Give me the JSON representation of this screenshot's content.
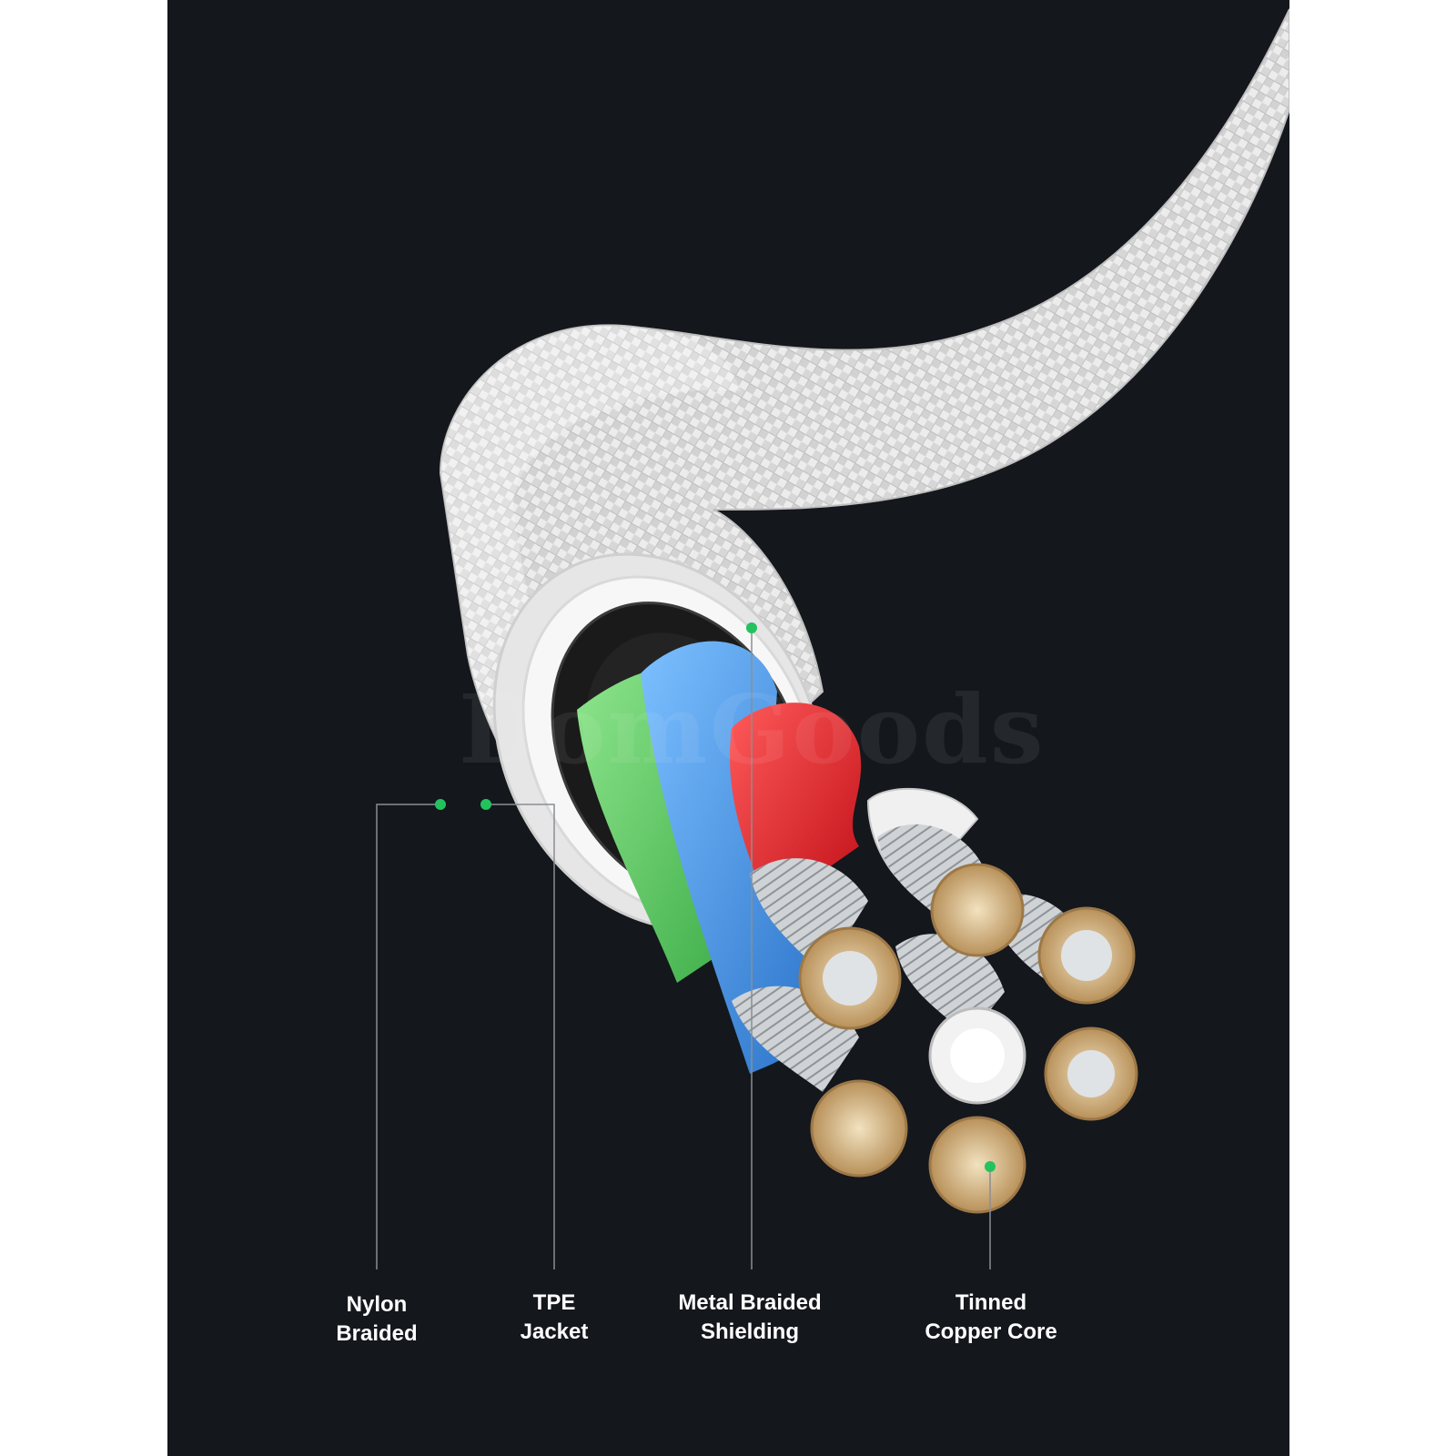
{
  "watermark": "DomGoods",
  "labels": {
    "nylon": "Nylon\nBraided",
    "tpe": "TPE\nJacket",
    "metal": "Metal Braided\nShielding",
    "copper": "Tinned\nCopper Core"
  },
  "colors": {
    "background": "#14171c",
    "callout_dot": "#22c35e",
    "braid": "#e9e9e9",
    "green_wire": "#5cc862",
    "blue_wire": "#3d8fe0",
    "red_wire": "#e0242c",
    "copper": "#c9a46a"
  }
}
